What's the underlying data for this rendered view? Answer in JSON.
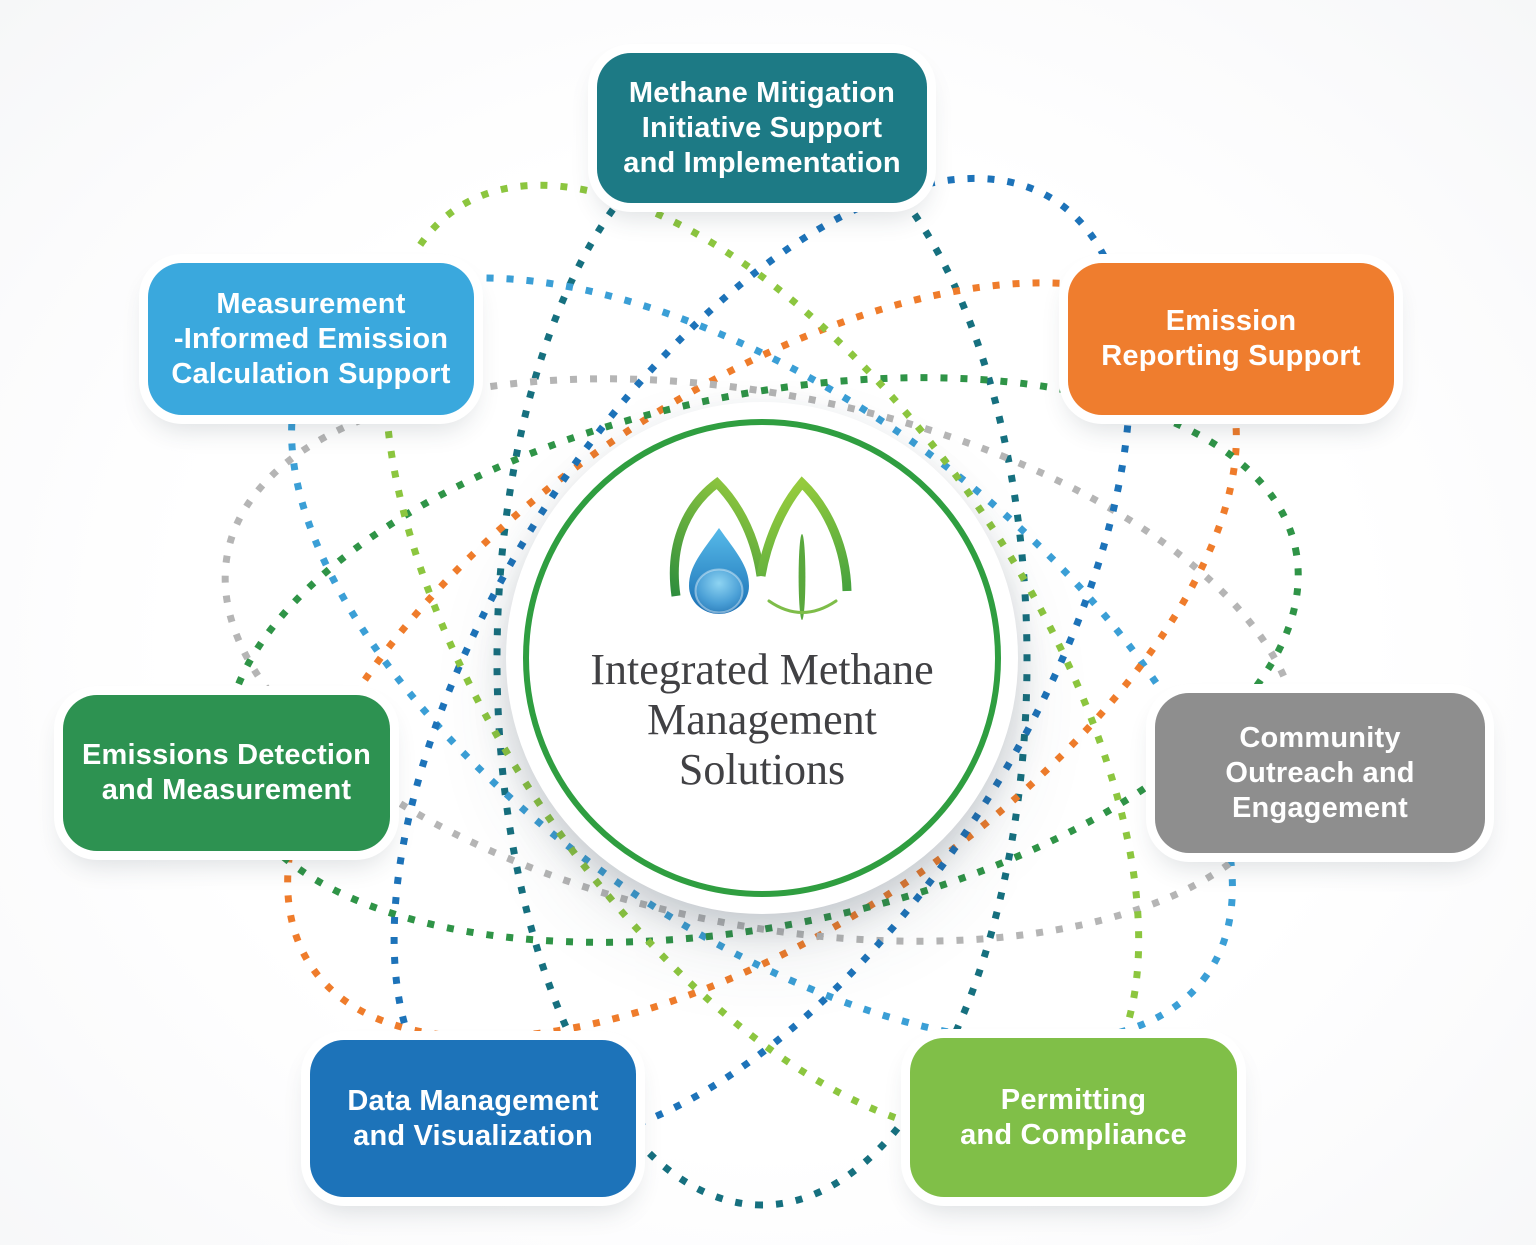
{
  "title": "Integrated Methane Management Solutions",
  "center": {
    "logo_icon": "m-leaf-water-drop-logo",
    "text": "Integrated Methane\nManagement\nSolutions",
    "ring_color": "#2f9e40",
    "text_color": "#414144"
  },
  "nodes": [
    {
      "id": "methane-mitigation-initiative-support",
      "label": "Methane Mitigation\nInitiative Support\nand Implementation",
      "color": "#1d7a85",
      "orbit_color": "#16707f",
      "position": "top"
    },
    {
      "id": "measurement-informed-emission-calculation-support",
      "label": "Measurement\n-Informed Emission\nCalculation Support",
      "color": "#3aa8dd",
      "orbit_color": "#3b9fd6",
      "position": "top-left"
    },
    {
      "id": "emission-reporting-support",
      "label": "Emission\nReporting Support",
      "color": "#ef7d2e",
      "orbit_color": "#ef7c2b",
      "position": "top-right"
    },
    {
      "id": "emissions-detection-and-measurement",
      "label": "Emissions Detection\nand Measurement",
      "color": "#2d9251",
      "orbit_color": "#2f9447",
      "position": "left"
    },
    {
      "id": "community-outreach-and-engagement",
      "label": "Community\nOutreach and\nEngagement",
      "color": "#8e8e8e",
      "orbit_color": "#b5b5b5",
      "position": "right"
    },
    {
      "id": "data-management-and-visualization",
      "label": "Data Management\nand Visualization",
      "color": "#1d73b9",
      "orbit_color": "#1d73b9",
      "position": "bottom-left"
    },
    {
      "id": "permitting-and-compliance",
      "label": "Permitting\nand Compliance",
      "color": "#80bf48",
      "orbit_color": "#8cc63f",
      "position": "bottom-right"
    }
  ]
}
